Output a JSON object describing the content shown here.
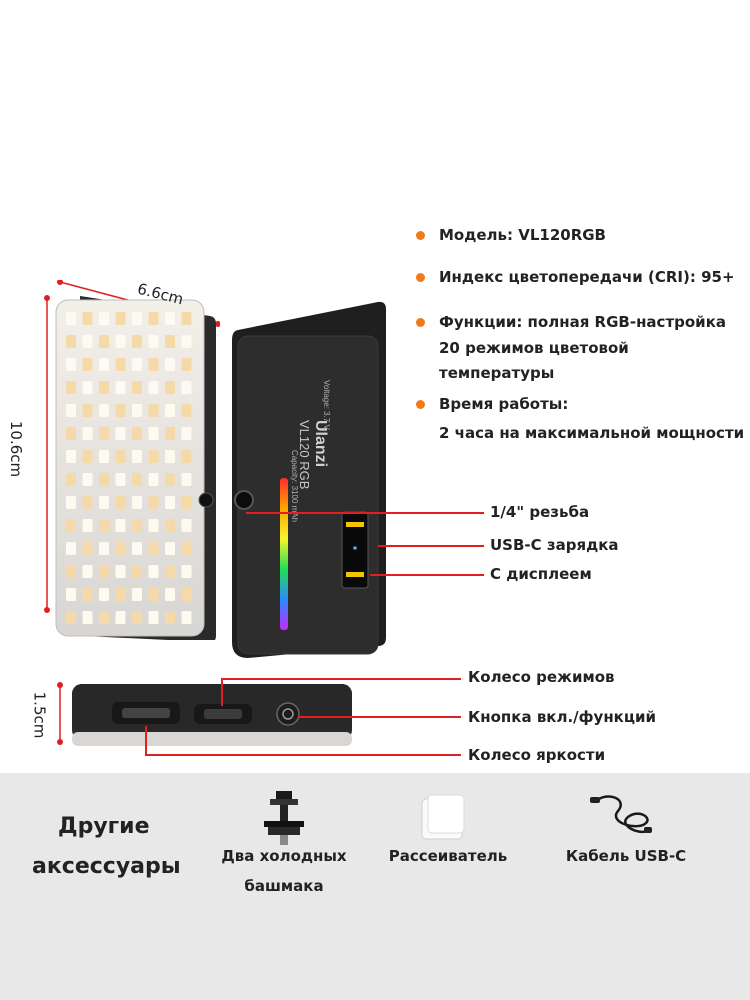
{
  "specs": {
    "model": "Модель: VL120RGB",
    "cri": "Индекс цветопередачи (CRI): 95+",
    "functions_1": "Функции: полная RGB-настройка",
    "functions_2": "20 режимов цветовой",
    "functions_3": "температуры",
    "runtime_1": "Время работы:",
    "runtime_2": "2 часа на максимальной мощности"
  },
  "dimensions": {
    "width": "6.6cm",
    "height": "10.6cm",
    "thickness": "1.5cm"
  },
  "callouts": {
    "thread": "1/4\" резьба",
    "usbc": "USB-C зарядка",
    "display": "С дисплеем",
    "mode_wheel": "Колесо режимов",
    "power_button": "Кнопка вкл./функций",
    "brightness_wheel": "Колесо яркости"
  },
  "device_text": {
    "brand": "Ulanzi",
    "model": "VL120 RGB",
    "voltage": "Voltage: 3.7 V",
    "capacity": "Capacity: 3100 mAh"
  },
  "accessories": {
    "heading_1": "Другие",
    "heading_2": "аксессуары",
    "item1_1": "Два холодных",
    "item1_2": "башмака",
    "item2": "Рассеиватель",
    "item3": "Кабель USB-C"
  },
  "colors": {
    "bullet": "#f07a18",
    "callout_line": "#e02020",
    "device_body": "#2a2a2a"
  }
}
